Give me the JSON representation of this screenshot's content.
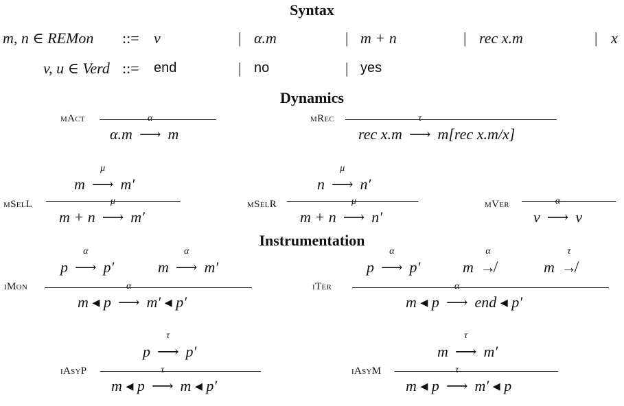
{
  "headings": {
    "syntax": "Syntax",
    "dynamics": "Dynamics",
    "instrumentation": "Instrumentation"
  },
  "syntax": {
    "row1": {
      "lhs": "m, n ∈ REMon",
      "def": "::=",
      "alts": [
        "v",
        "α.m",
        "m + n",
        "rec x.m",
        "x"
      ],
      "bar": "|"
    },
    "row2": {
      "lhs": "v, u ∈ Verd",
      "def": "::=",
      "alts": [
        "end",
        "no",
        "yes"
      ],
      "bar": "|"
    }
  },
  "dynamics": {
    "mAct": {
      "name": "mAct",
      "conclusion": {
        "from": "α.m",
        "label": "α",
        "to": "m"
      }
    },
    "mRec": {
      "name": "mRec",
      "conclusion": {
        "from": "rec x.m",
        "label": "τ",
        "to": "m[rec x.m/x]"
      }
    },
    "mSelL": {
      "name": "mSelL",
      "premise": {
        "from": "m",
        "label": "μ",
        "to": "m′"
      },
      "conclusion": {
        "from": "m + n",
        "label": "μ",
        "to": "m′"
      }
    },
    "mSelR": {
      "name": "mSelR",
      "premise": {
        "from": "n",
        "label": "μ",
        "to": "n′"
      },
      "conclusion": {
        "from": "m + n",
        "label": "μ",
        "to": "n′"
      }
    },
    "mVer": {
      "name": "mVer",
      "conclusion": {
        "from": "v",
        "label": "α",
        "to": "v"
      }
    }
  },
  "instrumentation": {
    "iMon": {
      "name": "iMon",
      "premises": [
        {
          "from": "p",
          "label": "α",
          "to": "p′"
        },
        {
          "from": "m",
          "label": "α",
          "to": "m′"
        }
      ],
      "conclusion": {
        "from": "m ◂ p",
        "label": "α",
        "to": "m′ ◂ p′"
      }
    },
    "iTer": {
      "name": "iTer",
      "premises": [
        {
          "from": "p",
          "label": "α",
          "to": "p′"
        },
        {
          "from": "m",
          "label": "α",
          "to": "",
          "negated": true
        },
        {
          "from": "m",
          "label": "τ",
          "to": "",
          "negated": true
        }
      ],
      "conclusion": {
        "from": "m ◂ p",
        "label": "α",
        "to": "end ◂ p′"
      }
    },
    "iAsyP": {
      "name": "iAsyP",
      "premise": {
        "from": "p",
        "label": "τ",
        "to": "p′"
      },
      "conclusion": {
        "from": "m ◂ p",
        "label": "τ",
        "to": "m ◂ p′"
      }
    },
    "iAsyM": {
      "name": "iAsyM",
      "premise": {
        "from": "m",
        "label": "τ",
        "to": "m′"
      },
      "conclusion": {
        "from": "m ◂ p",
        "label": "τ",
        "to": "m′ ◂ p"
      }
    }
  }
}
